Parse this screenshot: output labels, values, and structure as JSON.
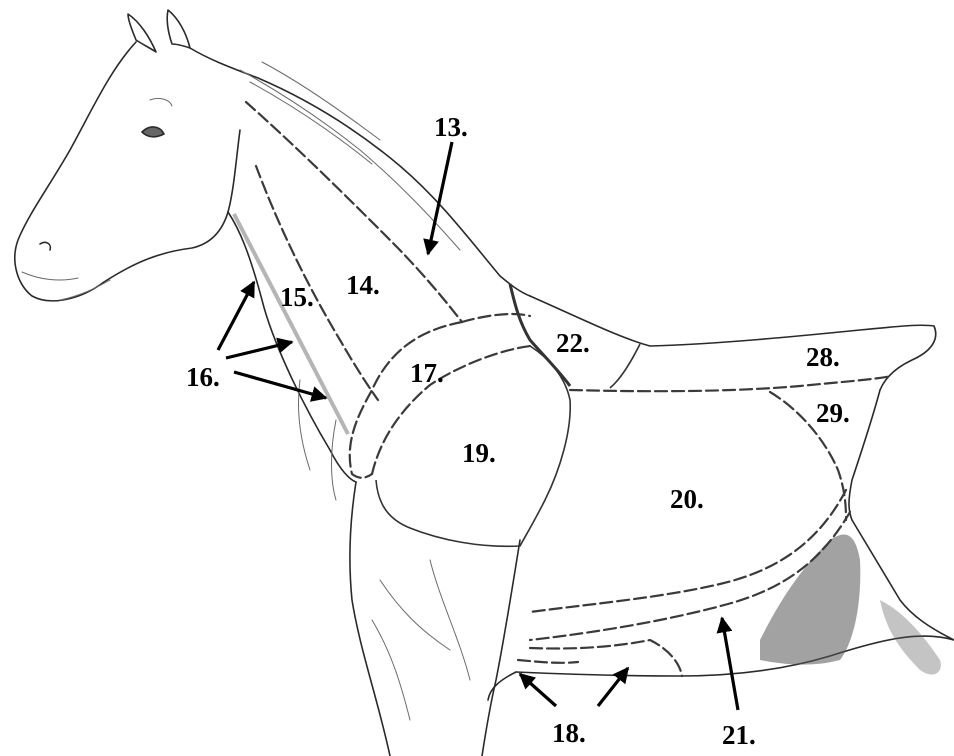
{
  "labels": {
    "l13": "13.",
    "l14": "14.",
    "l15": "15.",
    "l16": "16.",
    "l17": "17.",
    "l18": "18.",
    "l19": "19.",
    "l20": "20.",
    "l21": "21.",
    "l22": "22.",
    "l28": "28.",
    "l29": "29."
  }
}
